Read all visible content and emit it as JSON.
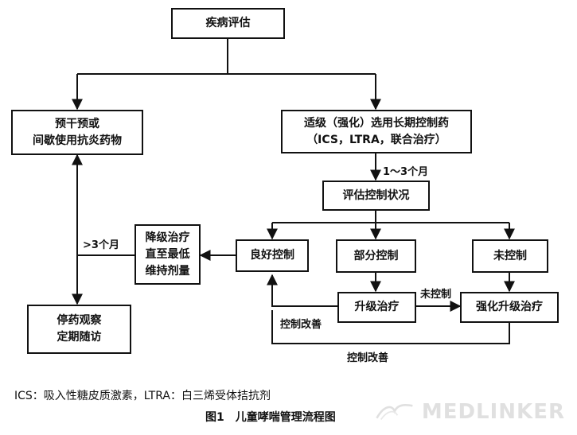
{
  "diagram": {
    "nodes": {
      "assess": {
        "text": "疾病评估"
      },
      "prevent": {
        "line1": "预干预或",
        "line2": "间歇使用抗炎药物"
      },
      "longterm": {
        "line1": "适级（强化）选用长期控制药",
        "line2": "（ICS，LTRA，联合治疗）"
      },
      "evaluate": {
        "text": "评估控制状况"
      },
      "good": {
        "text": "良好控制"
      },
      "partial": {
        "text": "部分控制"
      },
      "uncontrolled": {
        "text": "未控制"
      },
      "stepdown": {
        "line1": "降级治疗",
        "line2": "直至最低",
        "line3": "维持剂量"
      },
      "stepup": {
        "text": "升级治疗"
      },
      "intensify": {
        "text": "强化升级治疗"
      },
      "stop": {
        "line1": "停药观察",
        "line2": "定期随访"
      }
    },
    "labels": {
      "duration": "1～3个月",
      "over3months": ">3个月",
      "not_controlled": "未控制",
      "improved_1": "控制改善",
      "improved_2": "控制改善"
    }
  },
  "footnote": "ICS：吸入性糖皮质激素，LTRA：白三烯受体拮抗剂",
  "caption": {
    "figure": "图1",
    "title": "儿童哮喘管理流程图"
  },
  "watermark": {
    "text": "MEDLINKER",
    "icon": "swoosh-logo-icon"
  }
}
